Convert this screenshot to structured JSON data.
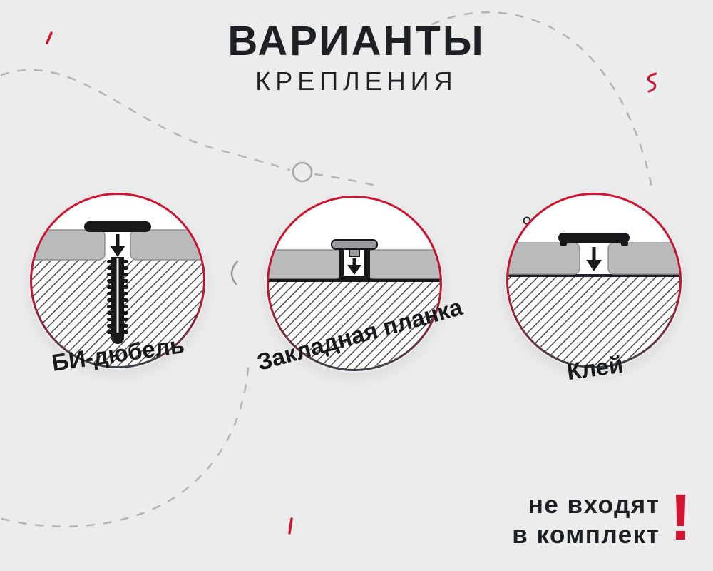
{
  "title": {
    "line1": "ВАРИАНТЫ",
    "line2": "КРЕПЛЕНИЯ"
  },
  "options": [
    {
      "id": "bi-dowel",
      "label": "БИ-дюбель",
      "diagram_icon": "bi-dowel-cross-section"
    },
    {
      "id": "embedded-plank",
      "label": "Закладная планка",
      "diagram_icon": "embedded-plank-cross-section"
    },
    {
      "id": "glue",
      "label": "Клей",
      "diagram_icon": "glue-cross-section"
    }
  ],
  "note": {
    "line1": "не входят",
    "line2": "в комплект",
    "mark": "!"
  },
  "colors": {
    "background": "#ececec",
    "accent_red": "#d11430",
    "ring_bottom": "#3d4147",
    "text_dark": "#1d2025",
    "panel_gray": "#b9babc",
    "hatch_line": "#4d4d4d",
    "decor_gray": "#b5b5b5"
  },
  "icons": {
    "note_mark": "exclamation-icon",
    "decor": [
      "dashed-curve",
      "ring-outline",
      "parenthesis-mark",
      "red-tick",
      "red-squiggle",
      "red-dash",
      "dot-circle"
    ]
  }
}
